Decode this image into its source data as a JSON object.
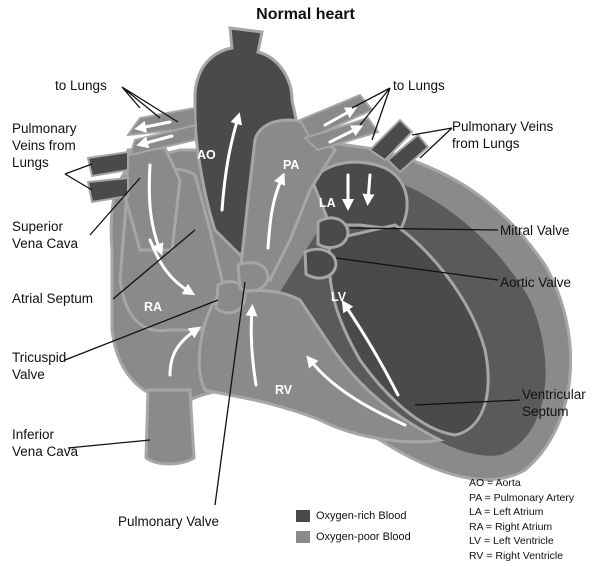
{
  "title": "Normal heart",
  "colors": {
    "oxygen_rich": "#4a4a4c",
    "oxygen_poor": "#8a8a8c",
    "outline": "#a6a6a6"
  },
  "labels": {
    "to_lungs_left": "to Lungs",
    "to_lungs_right": "to Lungs",
    "pulm_veins_left": [
      "Pulmonary",
      "Veins from",
      "Lungs"
    ],
    "pulm_veins_right": [
      "Pulmonary Veins",
      "from Lungs"
    ],
    "superior_vena_cava": [
      "Superior",
      "Vena Cava"
    ],
    "atrial_septum": "Atrial Septum",
    "tricuspid_valve": [
      "Tricuspid",
      "Valve"
    ],
    "inferior_vena_cava": [
      "Inferior",
      "Vena Cava"
    ],
    "pulmonary_valve": "Pulmonary Valve",
    "mitral_valve": "Mitral Valve",
    "aortic_valve": "Aortic Valve",
    "ventricular_septum": [
      "Ventricular",
      "Septum"
    ]
  },
  "chambers": {
    "ao": "AO",
    "pa": "PA",
    "la": "LA",
    "ra": "RA",
    "lv": "LV",
    "rv": "RV"
  },
  "legend": {
    "oxygen_rich": "Oxygen-rich Blood",
    "oxygen_poor": "Oxygen-poor Blood"
  },
  "abbreviations": [
    "AO = Aorta",
    "PA = Pulmonary Artery",
    "LA = Left Atrium",
    "RA = Right Atrium",
    "LV = Left Ventricle",
    "RV = Right Ventricle"
  ]
}
